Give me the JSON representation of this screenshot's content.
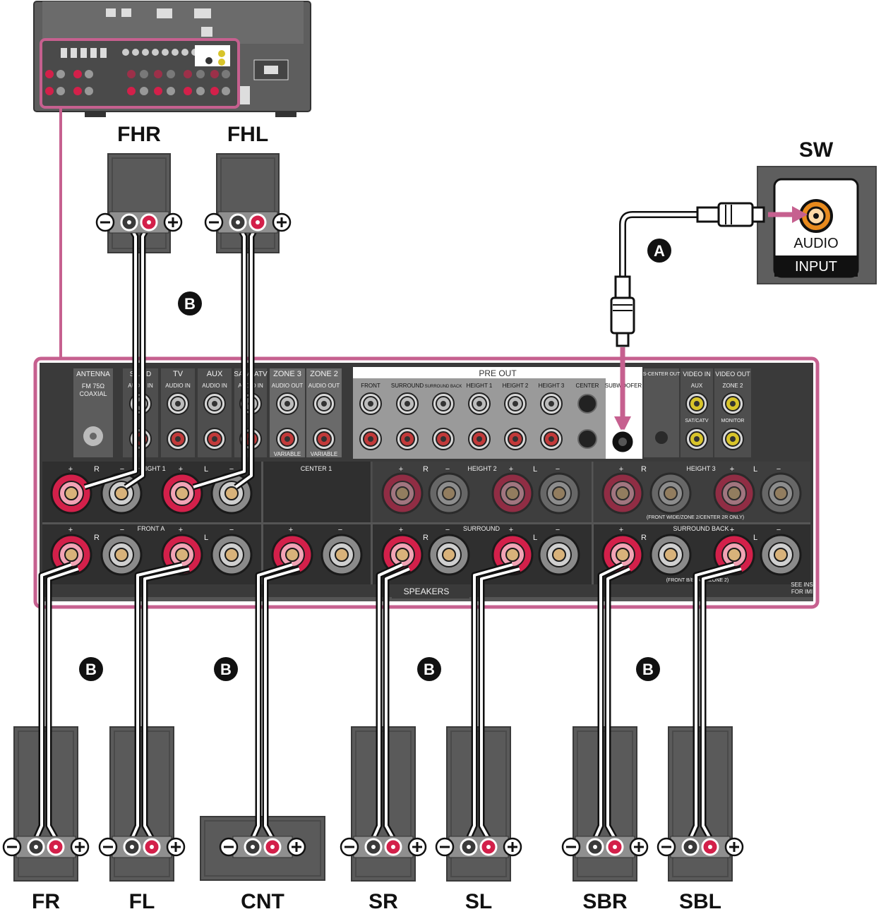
{
  "speakers": {
    "top": [
      {
        "id": "fhr",
        "label": "FHR"
      },
      {
        "id": "fhl",
        "label": "FHL"
      }
    ],
    "bottom": [
      {
        "id": "fr",
        "label": "FR"
      },
      {
        "id": "fl",
        "label": "FL"
      },
      {
        "id": "cnt",
        "label": "CNT"
      },
      {
        "id": "sr",
        "label": "SR"
      },
      {
        "id": "sl",
        "label": "SL"
      },
      {
        "id": "sbr",
        "label": "SBR"
      },
      {
        "id": "sbl",
        "label": "SBL"
      }
    ],
    "subwoofer": {
      "label": "SW",
      "jack_top": "AUDIO",
      "jack_bottom": "INPUT"
    }
  },
  "cable_markers": {
    "rca": "A",
    "speaker": "B"
  },
  "polarity": {
    "minus": "−",
    "plus": "+"
  },
  "panel": {
    "input_sections": [
      {
        "title": "ANTENNA",
        "lines": [
          "FM 75Ω",
          "COAXIAL"
        ]
      },
      {
        "title": "SA/CD",
        "lines": [
          "AUDIO IN"
        ]
      },
      {
        "title": "TV",
        "lines": [
          "AUDIO IN"
        ]
      },
      {
        "title": "AUX",
        "lines": [
          "AUDIO IN"
        ]
      },
      {
        "title": "SAT/CATV",
        "lines": [
          "AUDIO IN"
        ]
      },
      {
        "title": "ZONE 3",
        "lines": [
          "AUDIO OUT",
          "VARIABLE"
        ]
      },
      {
        "title": "ZONE 2",
        "lines": [
          "AUDIO OUT",
          "VARIABLE"
        ]
      }
    ],
    "pre_out_title": "PRE OUT",
    "pre_out_channels": [
      "FRONT",
      "SURROUND",
      "SURROUND BACK",
      "HEIGHT 1",
      "HEIGHT 2",
      "HEIGHT 3",
      "CENTER",
      "SUBWOOFER"
    ],
    "video_sections": [
      {
        "title": "S-CENTER OUT",
        "lines": []
      },
      {
        "title": "VIDEO IN",
        "lines": [
          "AUX",
          "SAT/CATV"
        ]
      },
      {
        "title": "VIDEO OUT",
        "lines": [
          "ZONE 2",
          "MONITOR"
        ]
      }
    ],
    "speaker_groups_top": [
      "HEIGHT 1",
      "CENTER 1",
      "HEIGHT 2",
      "HEIGHT 3"
    ],
    "speaker_groups_bottom": [
      "FRONT A",
      "SURROUND",
      "SURROUND BACK"
    ],
    "height3_note": "(FRONT WIDE/ZONE 2/CENTER 2R ONLY)",
    "surround_back_note": "(FRONT B/BI-AMP/ZONE 2)",
    "speakers_title": "SPEAKERS",
    "see_note": [
      "SEE INS",
      "FOR IMI"
    ],
    "channel_letters": {
      "right": "R",
      "left": "L"
    }
  },
  "colors": {
    "highlight": "#c6608f",
    "panel": "#3a3a3a",
    "speaker_body": "#5a5a5a",
    "terminal_red": "#d3204a",
    "terminal_gray": "#8a8a8a",
    "rca_orange": "#e88a1d",
    "composite_yellow": "#d8c42a"
  }
}
